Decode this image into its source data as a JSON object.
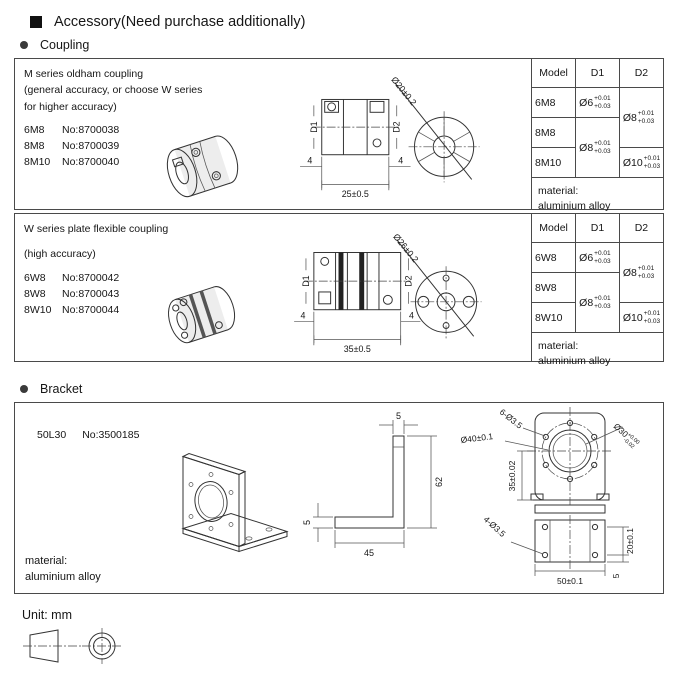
{
  "header": {
    "square_icon": "black-square",
    "title": "Accessory(Need purchase additionally)"
  },
  "coupling": {
    "bullet_icon": "black-dot",
    "section_label": "Coupling",
    "boxes": [
      {
        "title_lines": [
          "M series oldham coupling",
          "(general accuracy, or choose W series",
          "for higher accuracy)"
        ],
        "models": [
          {
            "name": "6M8",
            "no": "No:8700038"
          },
          {
            "name": "8M8",
            "no": "No:8700039"
          },
          {
            "name": "8M10",
            "no": "No:8700040"
          }
        ],
        "drawing": {
          "outer_dia": "Ø20±0.2",
          "left_len": "4",
          "right_len": "4",
          "total_len": "25±0.5",
          "d1": "D1",
          "d2": "D2"
        },
        "table": {
          "headers": [
            "Model",
            "D1",
            "D2"
          ],
          "models": [
            "6M8",
            "8M8",
            "8M10"
          ],
          "d1_row1": {
            "base": "Ø6",
            "sup": "+0.01",
            "sub": "+0.03"
          },
          "d1_row23": {
            "base": "Ø8",
            "sup": "+0.01",
            "sub": "+0.03"
          },
          "d2_row12": {
            "base": "Ø8",
            "sup": "+0.01",
            "sub": "+0.03"
          },
          "d2_row3": {
            "base": "Ø10",
            "sup": "+0.01",
            "sub": "+0.03"
          },
          "material": [
            "material:",
            "aluminium alloy"
          ]
        }
      },
      {
        "title_lines": [
          "W series plate flexible coupling",
          "(high accuracy)"
        ],
        "models": [
          {
            "name": "6W8",
            "no": "No:8700042"
          },
          {
            "name": "8W8",
            "no": "No:8700043"
          },
          {
            "name": "8W10",
            "no": "No:8700044"
          }
        ],
        "drawing": {
          "outer_dia": "Ø26±0.2",
          "left_len": "4",
          "right_len": "4",
          "total_len": "35±0.5",
          "d1": "D1",
          "d2": "D2"
        },
        "table": {
          "headers": [
            "Model",
            "D1",
            "D2"
          ],
          "models": [
            "6W8",
            "8W8",
            "8W10"
          ],
          "d1_row1": {
            "base": "Ø6",
            "sup": "+0.01",
            "sub": "+0.03"
          },
          "d1_row23": {
            "base": "Ø8",
            "sup": "+0.01",
            "sub": "+0.03"
          },
          "d2_row12": {
            "base": "Ø8",
            "sup": "+0.01",
            "sub": "+0.03"
          },
          "d2_row3": {
            "base": "Ø10",
            "sup": "+0.01",
            "sub": "+0.03"
          },
          "material": [
            "material:",
            "aluminium alloy"
          ]
        }
      }
    ]
  },
  "bracket": {
    "bullet_icon": "black-dot",
    "section_label": "Bracket",
    "model": "50L30",
    "no": "No:3500185",
    "material": [
      "material:",
      "aluminium alloy"
    ],
    "side_view": {
      "top_thickness": "5",
      "height": "62",
      "base_thickness": "5",
      "width": "45"
    },
    "front_view": {
      "holes": "6-Ø3.5",
      "bolt_circle": "Ø40±0.1",
      "pilot_base": "Ø30",
      "pilot_sup": "+0.00",
      "pilot_sub": "-0.02",
      "center_height": "35±0.02"
    },
    "bottom_view": {
      "holes": "4-Ø3.5",
      "row_spacing": "20±0.1",
      "width": "50±0.1",
      "edge": "5"
    }
  },
  "footer": {
    "unit_label": "Unit: mm",
    "projection_icon": "first-angle-projection-symbol"
  }
}
